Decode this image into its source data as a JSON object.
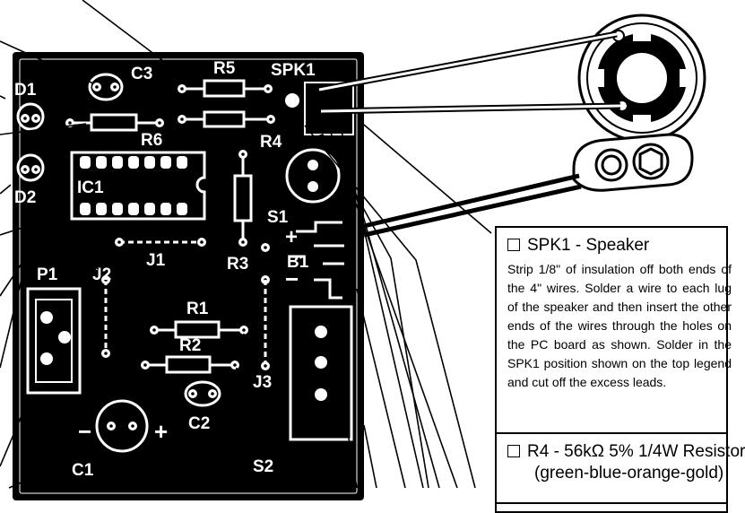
{
  "labels": {
    "c3": "C3",
    "r5": "R5",
    "spk1": "SPK1",
    "d1": "D1",
    "r6": "R6",
    "r4": "R4",
    "d2": "D2",
    "ic1": "IC1",
    "s1": "S1",
    "j1": "J1",
    "p1": "P1",
    "j2": "J2",
    "r3": "R3",
    "b1": "B1",
    "r1": "R1",
    "r2": "R2",
    "j3": "J3",
    "c1": "C1",
    "c2": "C2",
    "s2": "S2",
    "plus_c1": "+",
    "minus_c1": "−",
    "plus_batt": "+",
    "minus_batt": "−"
  },
  "callouts": {
    "spk1": {
      "title": "SPK1 - Speaker",
      "body": "Strip 1/8\" of insulation off both ends of the 4\" wires. Solder a wire to each lug of the speaker and then insert the other ends of the wires through the holes on the PC board as shown. Solder in the SPK1 position shown on the top legend and cut off the excess leads."
    },
    "r4": {
      "title": "R4 - 56kΩ 5% 1/4W Resistor",
      "subtitle": "(green-blue-orange-gold)"
    }
  },
  "colors": {
    "board": "#000000",
    "silkscreen": "#ffffff",
    "ink": "#000000"
  }
}
